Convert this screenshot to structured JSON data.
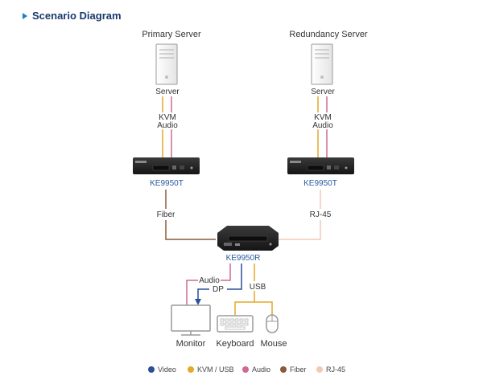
{
  "heading": "Scenario Diagram",
  "colors": {
    "video": "#2a4f9a",
    "kvm_usb": "#e3a92a",
    "audio": "#cf6a94",
    "fiber": "#8a5a3c",
    "rj45": "#f3c9b5",
    "title": "#1a3a6b",
    "accent": "#1b7fc4",
    "device_label": "#2a5aa0"
  },
  "servers": [
    {
      "title": "Primary Server",
      "label": "Server",
      "cable_labels": [
        "KVM",
        "Audio"
      ]
    },
    {
      "title": "Redundancy Server",
      "label": "Server",
      "cable_labels": [
        "KVM",
        "Audio"
      ]
    }
  ],
  "transmitters": [
    {
      "model": "KE9950T",
      "link": "Fiber"
    },
    {
      "model": "KE9950T",
      "link": "RJ-45"
    }
  ],
  "receiver": {
    "model": "KE9950R"
  },
  "receiver_links": {
    "audio": "Audio",
    "dp": "DP",
    "usb": "USB"
  },
  "peripherals": [
    {
      "label": "Monitor"
    },
    {
      "label": "Keyboard"
    },
    {
      "label": "Mouse"
    }
  ],
  "legend": [
    {
      "label": "Video",
      "color": "#2a4f9a"
    },
    {
      "label": "KVM / USB",
      "color": "#e3a92a"
    },
    {
      "label": "Audio",
      "color": "#cf6a94"
    },
    {
      "label": "Fiber",
      "color": "#8a5a3c"
    },
    {
      "label": "RJ-45",
      "color": "#f3c9b5"
    }
  ]
}
